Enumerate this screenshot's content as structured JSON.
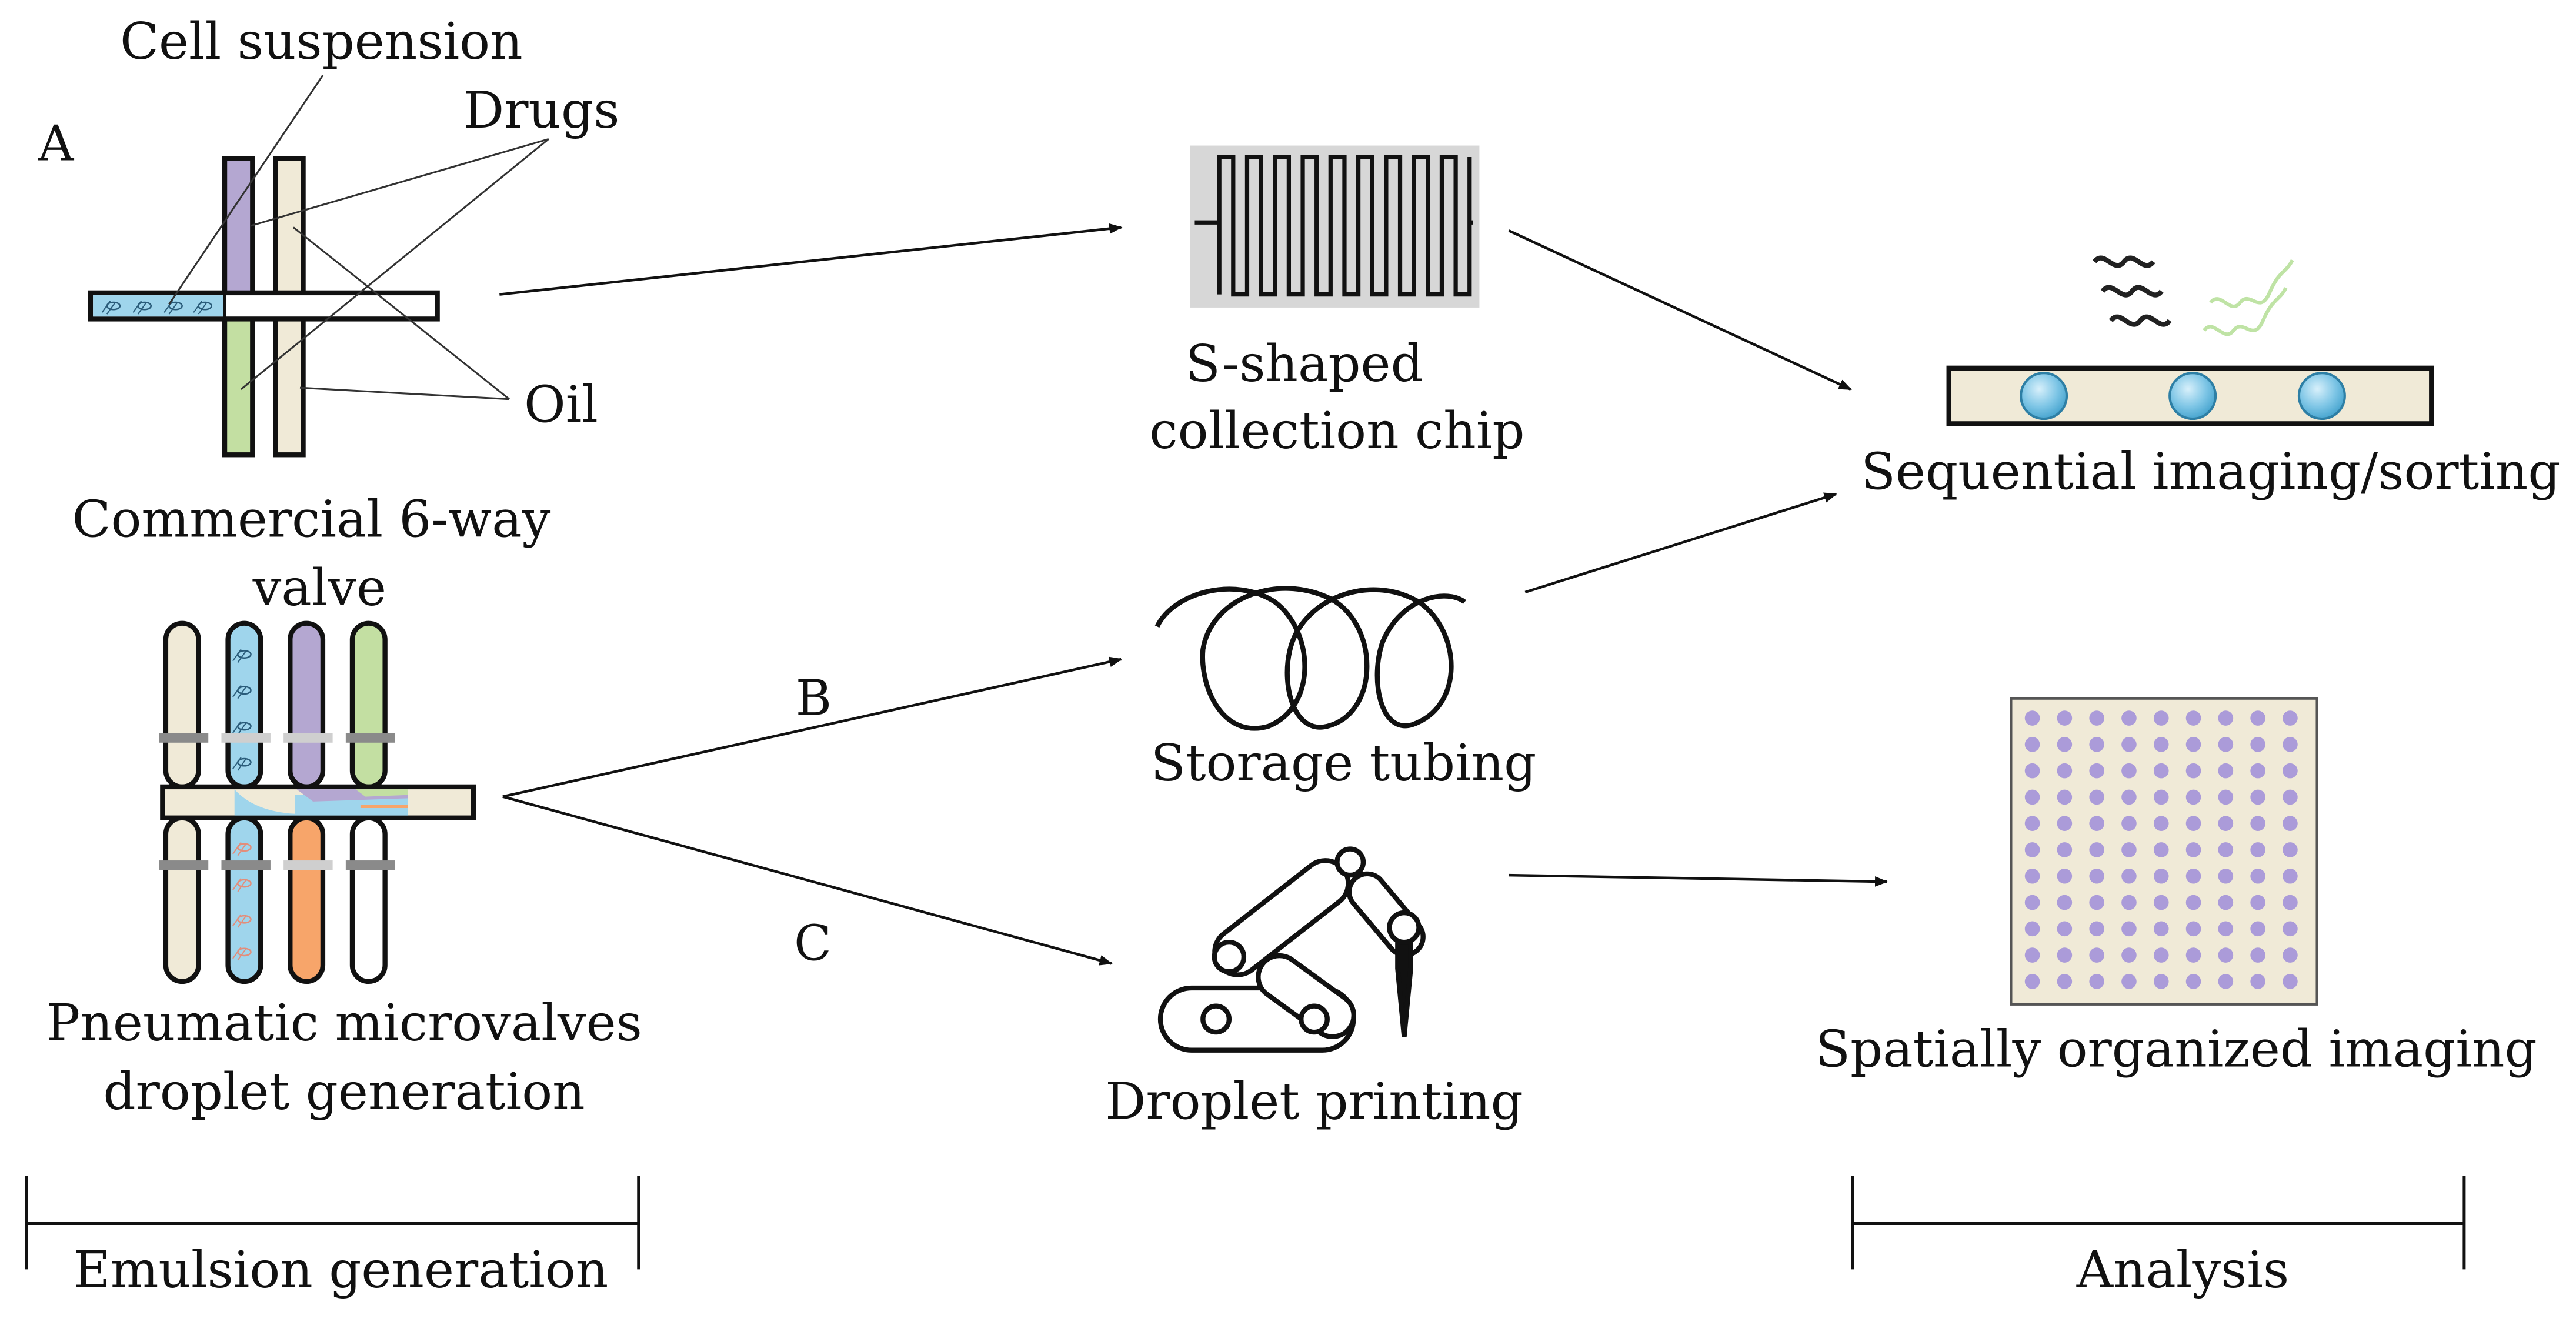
{
  "panel_labels": {
    "a": "A",
    "b": "B",
    "c": "C"
  },
  "valve_section": {
    "cell_suspension_label": "Cell suspension",
    "drugs_label": "Drugs",
    "oil_label": "Oil",
    "title_line1": "Commercial 6-way",
    "title_line2": "valve"
  },
  "microvalve_section": {
    "title_line1": "Pneumatic microvalves",
    "title_line2": "droplet generation"
  },
  "collection": {
    "schip_line1": "S-shaped",
    "schip_line2": "collection chip",
    "tubing_label": "Storage tubing",
    "printing_label": "Droplet printing"
  },
  "analysis": {
    "sequential_label": "Sequential imaging/sorting",
    "spatial_label": "Spatially organized imaging"
  },
  "brackets": {
    "emulsion_label": "Emulsion generation",
    "analysis_label": "Analysis"
  },
  "colors": {
    "cell_blue": "#9fd5ec",
    "drug_purple": "#b4a7d1",
    "drug_green": "#c3dfa2",
    "oil_beige": "#f0ead7",
    "orange": "#f7a56a",
    "chip_gray": "#d7d7d7",
    "dot_purple": "#ab9bd9",
    "valve_dark": "#8a8a8a",
    "valve_light": "#cfcfcf"
  },
  "icons": [
    "cell-icon",
    "droplet-icon",
    "robot-arm-icon",
    "tubing-coil-icon",
    "serpentine-channel-icon",
    "light-wave-icon"
  ]
}
